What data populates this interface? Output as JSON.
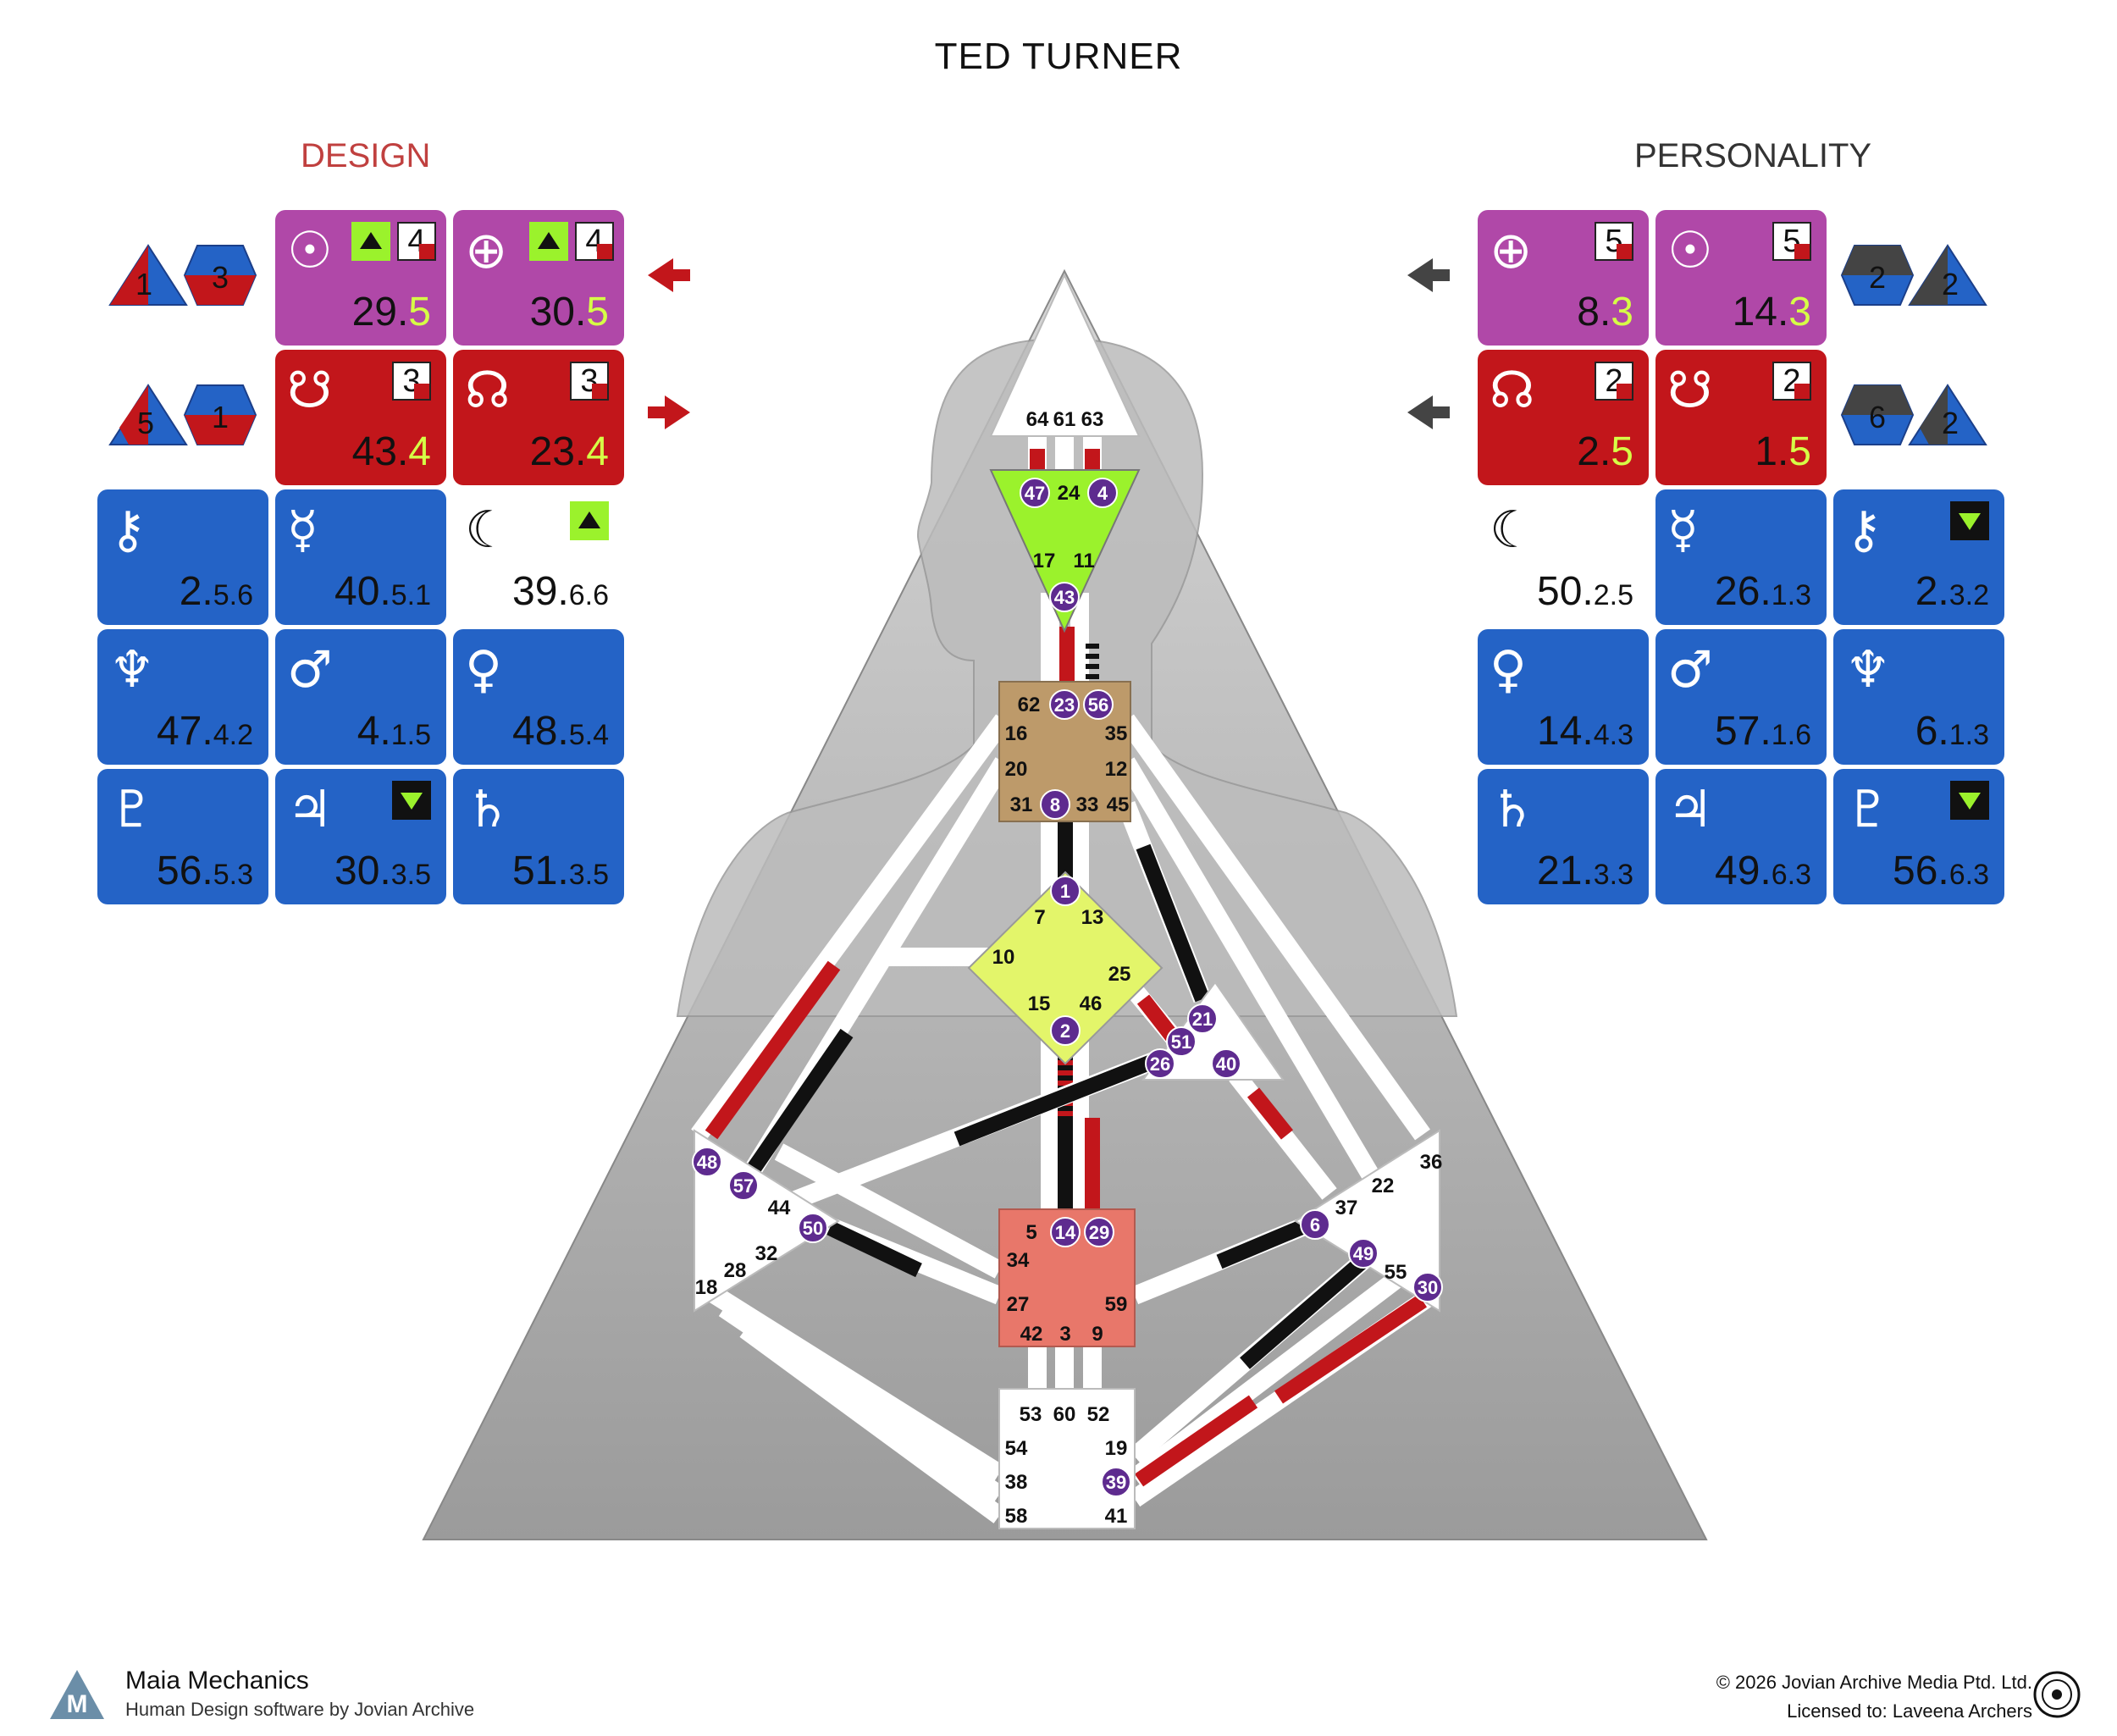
{
  "title": "TED TURNER",
  "design": {
    "title": "DESIGN",
    "variables_top": [
      "1",
      "3"
    ],
    "variables_bottom": [
      "5",
      "1"
    ],
    "cards": [
      {
        "icon": "sun-icon",
        "symbol": "☉",
        "value": "29.",
        "value_hl": "5",
        "line": "4",
        "badge": "green-up",
        "color": "pink"
      },
      {
        "icon": "earth-icon",
        "symbol": "⊕",
        "value": "30.",
        "value_hl": "5",
        "line": "4",
        "badge": "green-up",
        "color": "pink"
      },
      {
        "icon": "south-node-icon",
        "symbol": "☋",
        "value": "43.",
        "value_hl": "4",
        "line": "3",
        "color": "red"
      },
      {
        "icon": "north-node-icon",
        "symbol": "☊",
        "value": "23.",
        "value_hl": "4",
        "line": "3",
        "color": "red"
      },
      {
        "icon": "chiron-icon",
        "symbol": "⚷",
        "value": "2.",
        "value_sub": "5.6",
        "color": "blue"
      },
      {
        "icon": "mercury-icon",
        "symbol": "☿",
        "value": "40.",
        "value_sub": "5.1",
        "color": "blue"
      },
      {
        "icon": "moon-icon",
        "symbol": "☾",
        "value": "39.",
        "value_sub": "6.6",
        "badge": "green-up",
        "color": "plain"
      },
      {
        "icon": "neptune-icon",
        "symbol": "♆",
        "value": "47.",
        "value_sub": "4.2",
        "color": "blue"
      },
      {
        "icon": "mars-icon",
        "symbol": "♂",
        "value": "4.",
        "value_sub": "1.5",
        "color": "blue"
      },
      {
        "icon": "venus-icon",
        "symbol": "♀",
        "value": "48.",
        "value_sub": "5.4",
        "color": "blue"
      },
      {
        "icon": "pluto-icon",
        "symbol": "♇",
        "value": "56.",
        "value_sub": "5.3",
        "color": "blue"
      },
      {
        "icon": "jupiter-icon",
        "symbol": "♃",
        "value": "30.",
        "value_sub": "3.5",
        "badge": "black-down",
        "color": "blue"
      },
      {
        "icon": "saturn-icon",
        "symbol": "♄",
        "value": "51.",
        "value_sub": "3.5",
        "color": "blue"
      }
    ]
  },
  "personality": {
    "title": "PERSONALITY",
    "variables_top": [
      "2",
      "2"
    ],
    "variables_bottom": [
      "6",
      "2"
    ],
    "cards": [
      {
        "icon": "earth-icon",
        "symbol": "⊕",
        "value": "8.",
        "value_hl": "3",
        "line": "5",
        "color": "pink"
      },
      {
        "icon": "sun-icon",
        "symbol": "☉",
        "value": "14.",
        "value_hl": "3",
        "line": "5",
        "color": "pink"
      },
      {
        "icon": "north-node-icon",
        "symbol": "☊",
        "value": "2.",
        "value_hl": "5",
        "line": "2",
        "color": "red"
      },
      {
        "icon": "south-node-icon",
        "symbol": "☋",
        "value": "1.",
        "value_hl": "5",
        "line": "2",
        "color": "red"
      },
      {
        "icon": "moon-icon",
        "symbol": "☾",
        "value": "50.",
        "value_sub": "2.5",
        "color": "plain"
      },
      {
        "icon": "mercury-icon",
        "symbol": "☿",
        "value": "26.",
        "value_sub": "1.3",
        "color": "blue"
      },
      {
        "icon": "chiron-icon",
        "symbol": "⚷",
        "value": "2.",
        "value_sub": "3.2",
        "badge": "black-down",
        "color": "blue"
      },
      {
        "icon": "venus-icon",
        "symbol": "♀",
        "value": "14.",
        "value_sub": "4.3",
        "color": "blue"
      },
      {
        "icon": "mars-icon",
        "symbol": "♂",
        "value": "57.",
        "value_sub": "1.6",
        "color": "blue"
      },
      {
        "icon": "neptune-icon",
        "symbol": "♆",
        "value": "6.",
        "value_sub": "1.3",
        "color": "blue"
      },
      {
        "icon": "saturn-icon",
        "symbol": "♄",
        "value": "21.",
        "value_sub": "3.3",
        "color": "blue"
      },
      {
        "icon": "jupiter-icon",
        "symbol": "♃",
        "value": "49.",
        "value_sub": "6.3",
        "color": "blue"
      },
      {
        "icon": "pluto-icon",
        "symbol": "♇",
        "value": "56.",
        "value_sub": "6.3",
        "badge": "black-down",
        "color": "blue"
      }
    ]
  },
  "bodygraph": {
    "gates": {
      "head": [
        "64",
        "61",
        "63"
      ],
      "ajna": [
        "47",
        "24",
        "4",
        "17",
        "11",
        "43"
      ],
      "throat": [
        "62",
        "23",
        "56",
        "16",
        "35",
        "20",
        "12",
        "31",
        "8",
        "33",
        "45"
      ],
      "g": [
        "1",
        "7",
        "13",
        "10",
        "25",
        "15",
        "46",
        "2"
      ],
      "heart": [
        "21",
        "51",
        "26",
        "40"
      ],
      "spleen": [
        "48",
        "57",
        "44",
        "50",
        "32",
        "28",
        "18"
      ],
      "solar_plexus": [
        "36",
        "22",
        "37",
        "6",
        "49",
        "55",
        "30"
      ],
      "sacral": [
        "5",
        "14",
        "29",
        "34",
        "27",
        "59",
        "42",
        "3",
        "9"
      ],
      "root": [
        "53",
        "60",
        "52",
        "54",
        "19",
        "38",
        "39",
        "58",
        "41"
      ]
    },
    "activated_gates": [
      "47",
      "4",
      "43",
      "23",
      "56",
      "8",
      "1",
      "2",
      "21",
      "51",
      "26",
      "40",
      "48",
      "57",
      "50",
      "6",
      "49",
      "30",
      "14",
      "29",
      "39"
    ]
  },
  "footer": {
    "brand": "Maia Mechanics",
    "tagline": "Human Design software by Jovian Archive",
    "copyright": "© 2026 Jovian Archive Media Ptd. Ltd.",
    "license": "Licensed to: Laveena Archers"
  },
  "colors": {
    "design_red": "#c2161b",
    "sun_earth_pink": "#b048a8",
    "planet_blue": "#2463c6",
    "ajna_green": "#9bf22c",
    "throat_tan": "#bd9a6a",
    "g_yellow": "#e3f56a",
    "sacral_salmon": "#e8776a",
    "gate_purple": "#5e2b8f"
  }
}
